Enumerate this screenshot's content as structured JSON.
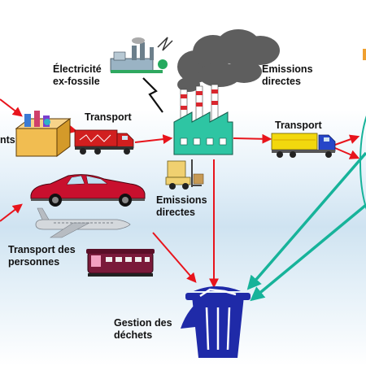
{
  "labels": {
    "electricite_line1": "Électricité",
    "electricite_line2": "ex-fossile",
    "emissions_top_line1": "Emissions",
    "emissions_top_line2": "directes",
    "transport_left": "Transport",
    "transport_right": "Transport",
    "emissions_bottom_line1": "Emissions",
    "emissions_bottom_line2": "directes",
    "produits_partial": "nts",
    "transport_personnes_line1": "Transport des",
    "transport_personnes_line2": "personnes",
    "dechets_line1": "Gestion des",
    "dechets_line2": "déchets"
  },
  "colors": {
    "flow_arrow": "#e8141c",
    "return_arrow": "#17b39a",
    "factory_body": "#2ec5a3",
    "smoke": "#5e5e5e",
    "chimney_stripe": "#d9272e",
    "bin": "#1f2aa8",
    "car": "#c8102e",
    "truck_left": "#d11f1f",
    "truck_right_box": "#f2d80e",
    "truck_right_cab": "#2646c8",
    "train": "#7a1a3a"
  },
  "icons": [
    "power-plant-icon",
    "factory-icon",
    "smoke-icon",
    "box-icon",
    "truck-icon",
    "car-icon",
    "airplane-icon",
    "train-icon",
    "forklift-icon",
    "trash-bin-icon"
  ]
}
